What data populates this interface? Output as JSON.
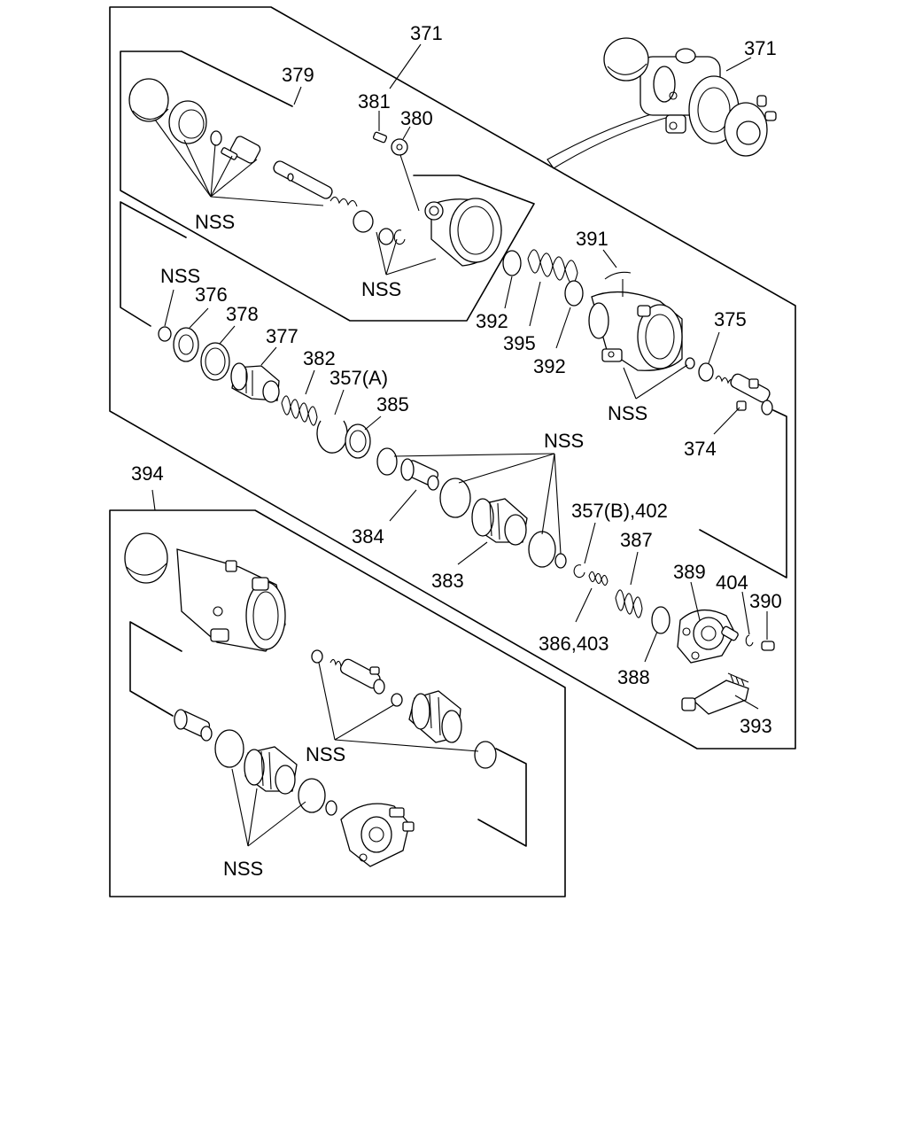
{
  "labels": {
    "l371_main": "371",
    "l371_asm": "371",
    "l379": "379",
    "l381": "381",
    "l380": "380",
    "l391": "391",
    "l392_a": "392",
    "l395": "395",
    "l392_b": "392",
    "l375": "375",
    "l374": "374",
    "l376": "376",
    "l378": "378",
    "l377": "377",
    "l382": "382",
    "l357a": "357(A)",
    "l385": "385",
    "l384": "384",
    "l383": "383",
    "l357b": "357(B),402",
    "l387": "387",
    "l386": "386,403",
    "l389": "389",
    "l404": "404",
    "l390": "390",
    "l388": "388",
    "l393": "393",
    "l394": "394",
    "nss_1": "NSS",
    "nss_2": "NSS",
    "nss_3": "NSS",
    "nss_4": "NSS",
    "nss_5": "NSS",
    "nss_6": "NSS",
    "nss_7": "NSS"
  }
}
